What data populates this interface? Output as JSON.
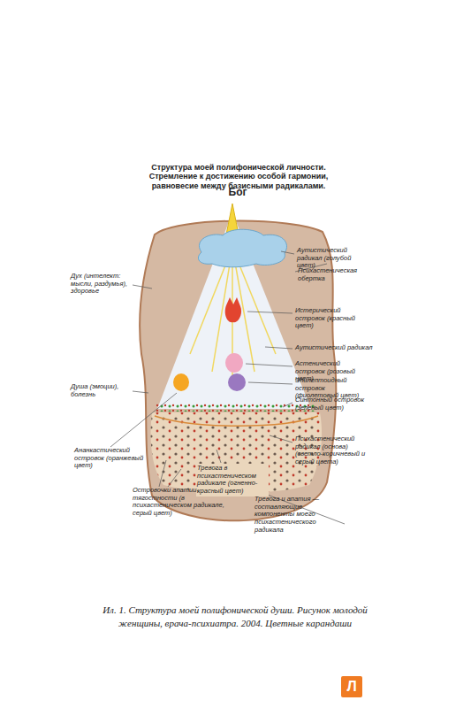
{
  "diagram": {
    "title": "Структура моей полифонической личности. Стремление к достижению особой гармонии, равновесие между базисными радикалами.",
    "caption": "Ил. 1. Структура моей полифонической души. Рисунок молодой женщины, врача-психиатра. 2004. Цветные карандаши",
    "labels": [
      "Бог",
      "Аутистический радикал (голубой цвет)",
      "Психастеническая обертка",
      "Дух (интелект: мысли, раздумья), здоровье",
      "Истерический островок (красный цвет)",
      "Аутистический радикал",
      "Астенический островок (розовый цвет)",
      "Эпилептоидный островок (фиолетовый цвет)",
      "Душа (эмоции), болезнь",
      "Синтонный островок (зеленый цвет)",
      "Ананкастический островок (оранжевый цвет)",
      "Психастенический радикал (основа) (светло-коричневый и серый цвета)",
      "Тревога в психастеническом радикале (огненно-красный цвет)",
      "Островочки апатии-тягостности (в психастеническом радикале, серый цвет)",
      "Тревога и апатия — составляющие компоненты моего психастенического радикала",
      "Л"
    ]
  }
}
